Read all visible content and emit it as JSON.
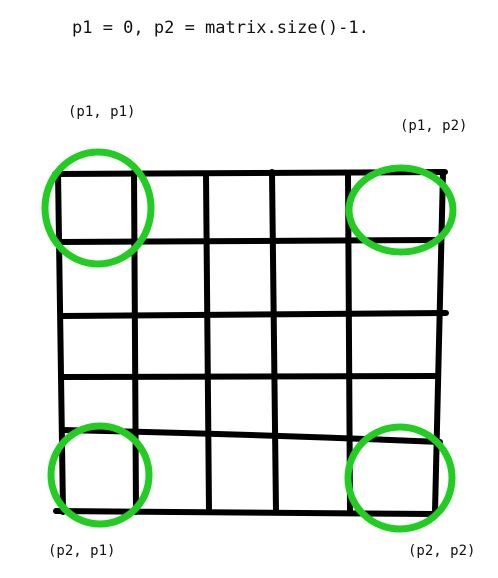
{
  "formula": "p1 = 0, p2 = matrix.size()-1.",
  "corner_labels": {
    "top_left": "(p1, p1)",
    "top_right": "(p1, p2)",
    "bottom_left": "(p2, p1)",
    "bottom_right": "(p2, p2)"
  },
  "grid": {
    "rows": 5,
    "cols": 5
  },
  "colors": {
    "grid_line": "#000000",
    "highlight": "#22cc22",
    "text": "#111111"
  }
}
